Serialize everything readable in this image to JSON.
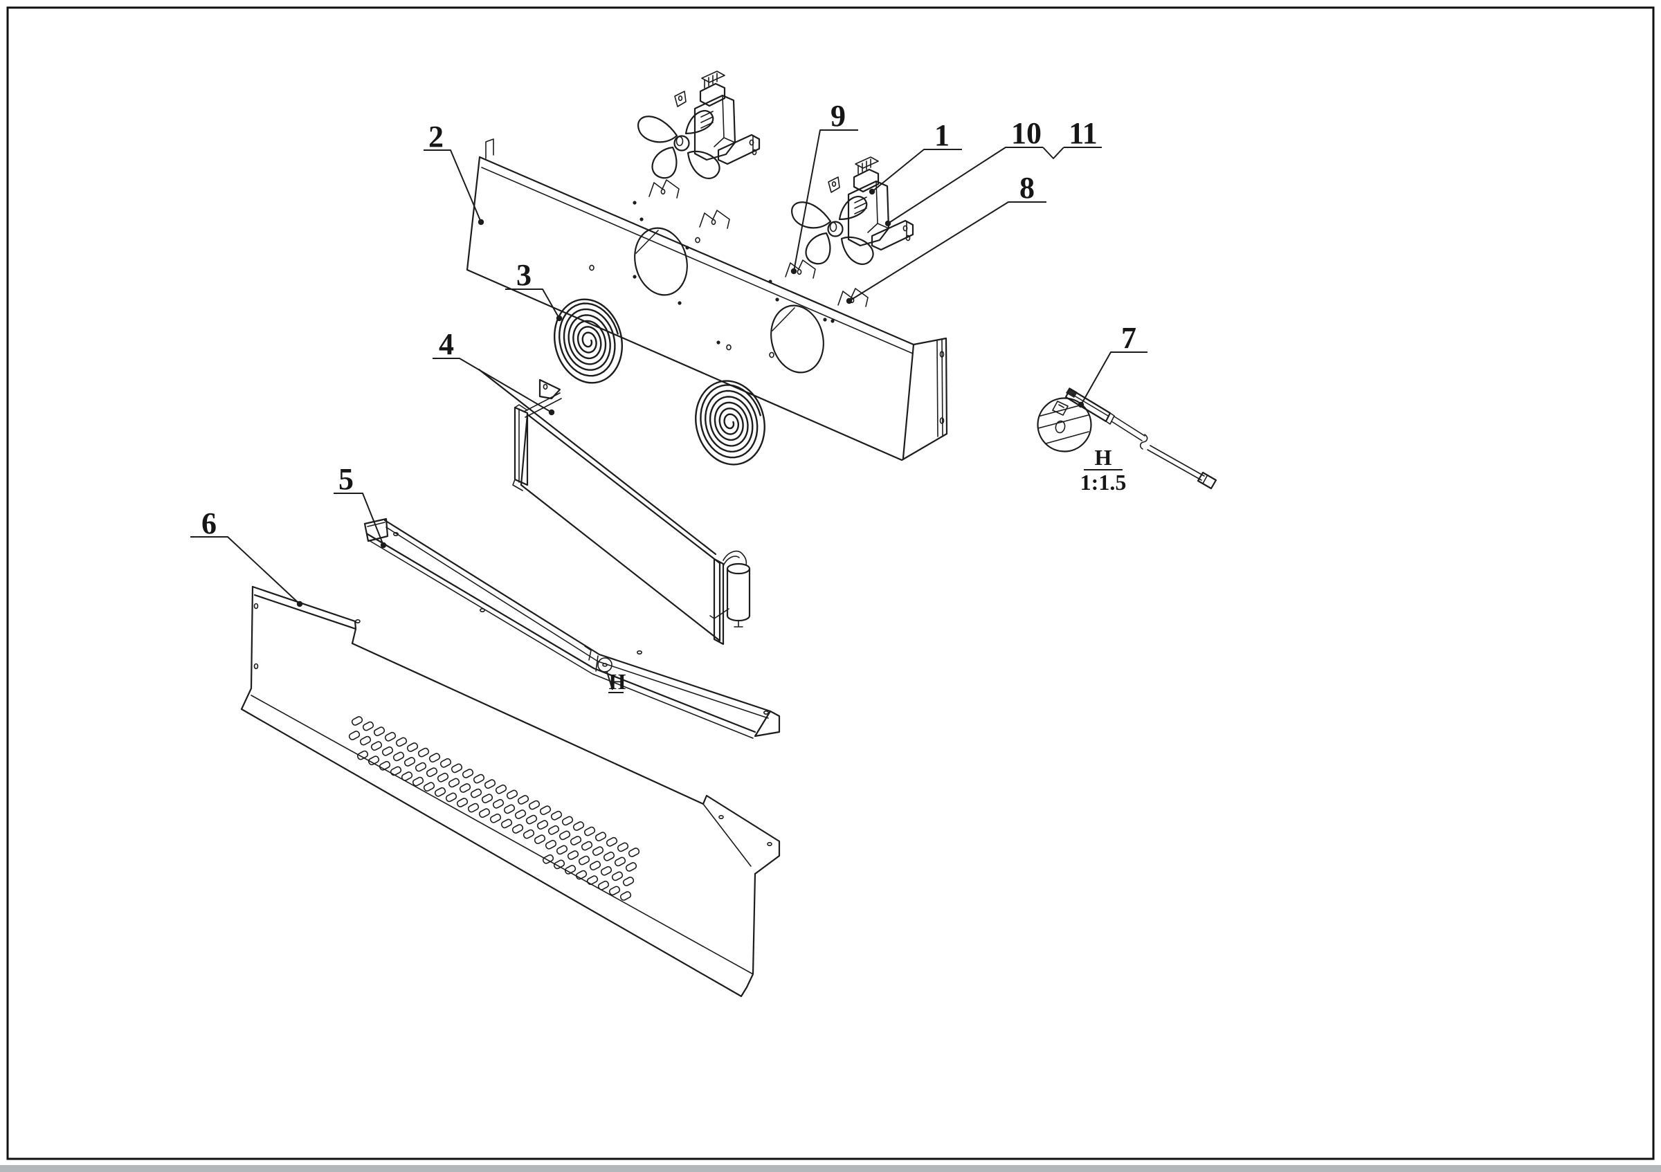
{
  "document": {
    "kind": "exploded-view assembly drawing",
    "background_color": "#ffffff",
    "line_color": "#1c1c1c",
    "frame_border_color": "#111111",
    "footer_bar_color": "#b5b8ba"
  },
  "callouts": [
    {
      "id": "2",
      "label": "2"
    },
    {
      "id": "3",
      "label": "3"
    },
    {
      "id": "4",
      "label": "4"
    },
    {
      "id": "5",
      "label": "5"
    },
    {
      "id": "6",
      "label": "6"
    },
    {
      "id": "9",
      "label": "9"
    },
    {
      "id": "1",
      "label": "1"
    },
    {
      "id": "10",
      "label": "10"
    },
    {
      "id": "11",
      "label": "11"
    },
    {
      "id": "8",
      "label": "8"
    },
    {
      "id": "7",
      "label": "7"
    }
  ],
  "detail_view": {
    "marker_label": "H",
    "view_label": "H",
    "scale_label": "1:1.5"
  }
}
